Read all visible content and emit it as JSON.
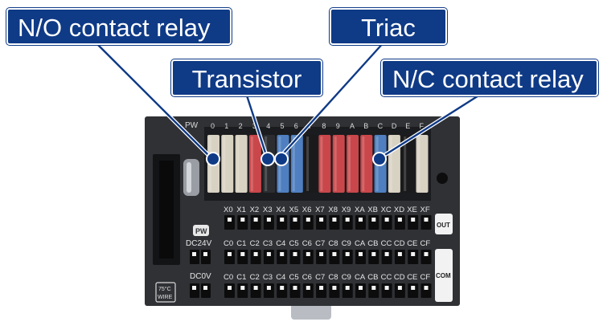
{
  "callouts": {
    "no_relay": "N/O contact relay",
    "triac": "Triac",
    "transistor": "Transistor",
    "nc_relay": "N/C contact relay"
  },
  "board": {
    "pw_led": "PW",
    "pw_badge": "PW",
    "dc24v": "DC24V",
    "dc0v": "DC0V",
    "out_label": "OUT",
    "com_label": "COM",
    "wire_rating_top": "75°C",
    "wire_rating_bottom": "WIRE",
    "channel_numbers": [
      "0",
      "1",
      "2",
      "3",
      "4",
      "5",
      "6",
      "7",
      "8",
      "9",
      "A",
      "B",
      "C",
      "D",
      "E",
      "F"
    ],
    "x_terminals": [
      "X0",
      "X1",
      "X2",
      "X3",
      "X4",
      "X5",
      "X6",
      "X7",
      "X8",
      "X9",
      "XA",
      "XB",
      "XC",
      "XD",
      "XE",
      "XF"
    ],
    "c_terminals": [
      "C0",
      "C1",
      "C2",
      "C3",
      "C4",
      "C5",
      "C6",
      "C7",
      "C8",
      "C9",
      "CA",
      "CB",
      "CC",
      "CD",
      "CE",
      "CF"
    ]
  },
  "modules": [
    {
      "channel": "0",
      "type": "N/O contact relay",
      "color": "#d8d2c3"
    },
    {
      "channel": "1",
      "type": "N/O contact relay",
      "color": "#d8d2c3"
    },
    {
      "channel": "2",
      "type": "N/O contact relay",
      "color": "#d8d2c3"
    },
    {
      "channel": "3",
      "type": "Transistor",
      "color": "#c9474a"
    },
    {
      "channel": "4",
      "type": "Triac",
      "color": "#2b2d31"
    },
    {
      "channel": "5",
      "type": "N/C contact relay",
      "color": "#4f7fc0"
    },
    {
      "channel": "6",
      "type": "N/C contact relay",
      "color": "#4f7fc0"
    },
    {
      "channel": "7",
      "type": "empty",
      "color": "#1a1a1c"
    },
    {
      "channel": "8",
      "type": "Transistor",
      "color": "#c9474a"
    },
    {
      "channel": "9",
      "type": "Transistor",
      "color": "#c9474a"
    },
    {
      "channel": "A",
      "type": "Transistor",
      "color": "#c9474a"
    },
    {
      "channel": "B",
      "type": "Transistor",
      "color": "#c9474a"
    },
    {
      "channel": "C",
      "type": "N/C contact relay",
      "color": "#4f7fc0"
    },
    {
      "channel": "D",
      "type": "N/O contact relay",
      "color": "#d8d2c3"
    },
    {
      "channel": "E",
      "type": "empty",
      "color": "#1a1a1c"
    },
    {
      "channel": "F",
      "type": "N/O contact relay",
      "color": "#d8d2c3"
    }
  ]
}
